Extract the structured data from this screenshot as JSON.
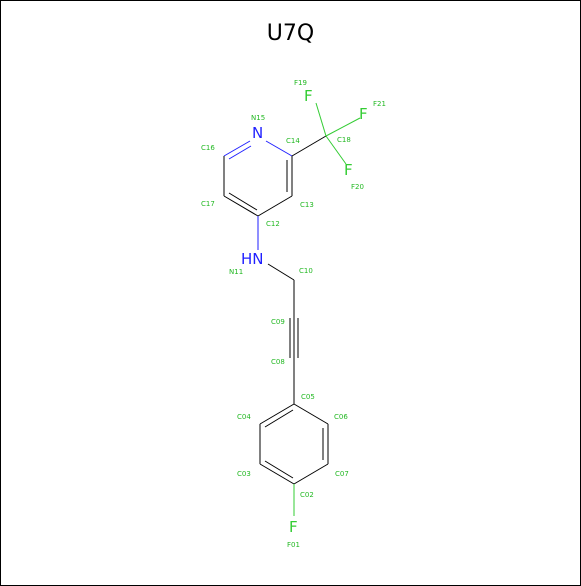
{
  "title": "U7Q",
  "colors": {
    "carbon_label": "#22b822",
    "nitrogen": "#1f1fff",
    "fluorine": "#33cc33",
    "bond": "#000000"
  },
  "labels": {
    "n15": "N15",
    "n": "N",
    "c14": "C14",
    "c16": "C16",
    "c17": "C17",
    "c13": "C13",
    "c12": "C12",
    "hn": "HN",
    "n11": "N11",
    "c10": "C10",
    "c09": "C09",
    "c08": "C08",
    "c05": "C05",
    "c04": "C04",
    "c06": "C06",
    "c03": "C03",
    "c07": "C07",
    "c02": "C02",
    "f": "F",
    "f01": "F01",
    "f19": "F19",
    "f21": "F21",
    "f20": "F20",
    "c18": "C18"
  }
}
